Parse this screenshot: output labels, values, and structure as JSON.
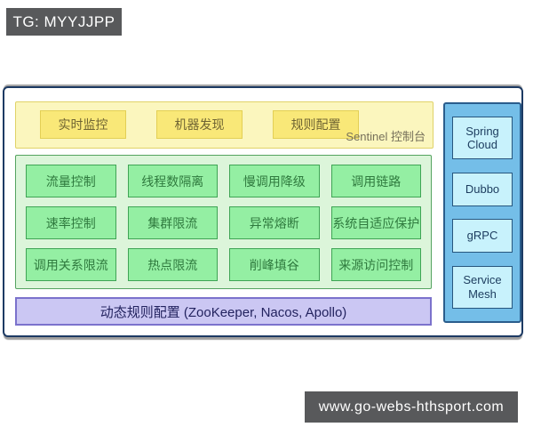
{
  "badges": {
    "tg_label": "TG: MYYJJPP",
    "watermark": "www.go-webs-hthsport.com"
  },
  "console": {
    "caption": "Sentinel 控制台",
    "items": [
      "实时监控",
      "机器发现",
      "规则配置"
    ]
  },
  "capabilities": {
    "rows": [
      [
        "流量控制",
        "线程数隔离",
        "慢调用降级",
        "调用链路"
      ],
      [
        "速率控制",
        "集群限流",
        "异常熔断",
        "系统自适应保护"
      ],
      [
        "调用关系限流",
        "热点限流",
        "削峰填谷",
        "来源访问控制"
      ]
    ]
  },
  "dynamic_rules": {
    "label": "动态规则配置 (ZooKeeper, Nacos, Apollo)"
  },
  "adapters": {
    "items": [
      "Spring Cloud",
      "Dubbo",
      "gRPC",
      "Service Mesh"
    ]
  },
  "colors": {
    "badge_bg": "#58595B",
    "frame_border": "#1D3A63",
    "console_panel_bg": "#FBF6BE",
    "console_box_bg": "#F9E878",
    "capability_panel_bg": "#DCF5DA",
    "capability_box_bg": "#94EFA3",
    "rules_bar_bg": "#CBC7F3",
    "adapter_panel_bg": "#74BEE8",
    "adapter_box_bg": "#C8F2FC"
  }
}
